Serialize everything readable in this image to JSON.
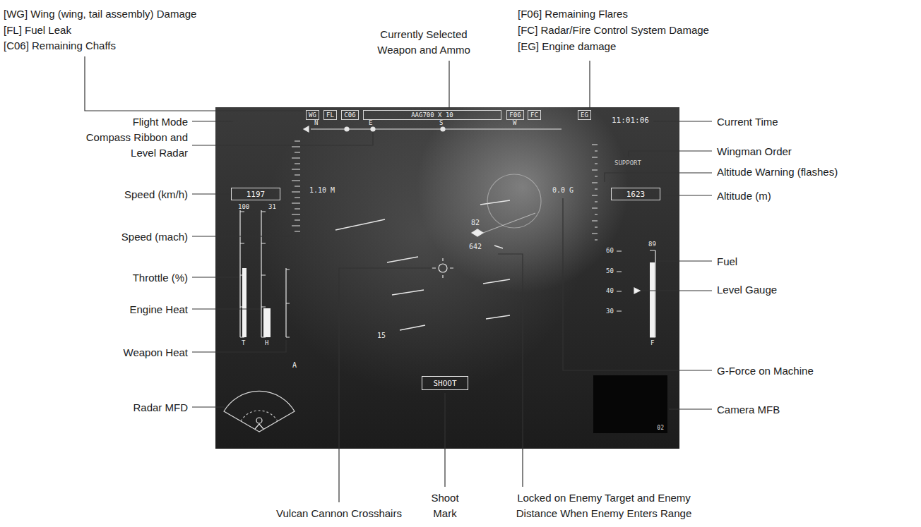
{
  "diagram": {
    "nodes": [
      {
        "text": [
          "11:01:06",
          "N",
          "E",
          "S",
          "W",
          "1.10 M",
          "100",
          "31",
          "T",
          "H",
          "82",
          "642",
          "15",
          "SUPPORT",
          "0.0 G",
          "89",
          "60",
          "50",
          "40",
          "30",
          "F",
          "A"
        ]
      },
      {
        "text": [
          "WG"
        ],
        "in": 0
      },
      {
        "text": [
          "FL"
        ],
        "in": 0
      },
      {
        "text": [
          "C06"
        ],
        "in": 0
      },
      {
        "text": [
          "AAG700 X 10"
        ],
        "in": 0
      },
      {
        "text": [
          "F06"
        ],
        "in": 0
      },
      {
        "text": [
          "FC"
        ],
        "in": 0
      },
      {
        "text": [
          "EG"
        ],
        "in": 0
      },
      {
        "text": [
          "1197"
        ],
        "in": 0
      },
      {
        "text": [
          "1623"
        ],
        "in": 0
      },
      {
        "text": [
          "SHOOT"
        ],
        "in": 0
      },
      {
        "text": [
          "02"
        ],
        "in": 0
      }
    ],
    "labels": [
      "[WG] Wing (wing, tail assembly) Damage",
      "[FL] Fuel Leak",
      "[C06] Remaining Chaffs",
      "Currently Selected Weapon and Ammo",
      "[F06] Remaining Flares",
      "[FC] Radar/Fire Control System Damage",
      "[EG] Engine damage",
      "Current Time",
      "Flight Mode",
      "Compass Ribbon and Level Radar",
      "Wingman Order",
      "Speed (km/h)",
      "Altitude Warning (flashes)",
      "Altitude (m)",
      "Speed (mach)",
      "Fuel",
      "Throttle (%)",
      "Level Gauge",
      "Engine Heat",
      "Weapon Heat",
      "G-Force on Machine",
      "Radar MFD",
      "Camera MFB",
      "Vulcan Cannon Crosshairs",
      "Shoot Mark",
      "Locked on Enemy Target and Enemy Distance When Enemy Enters Range"
    ]
  }
}
